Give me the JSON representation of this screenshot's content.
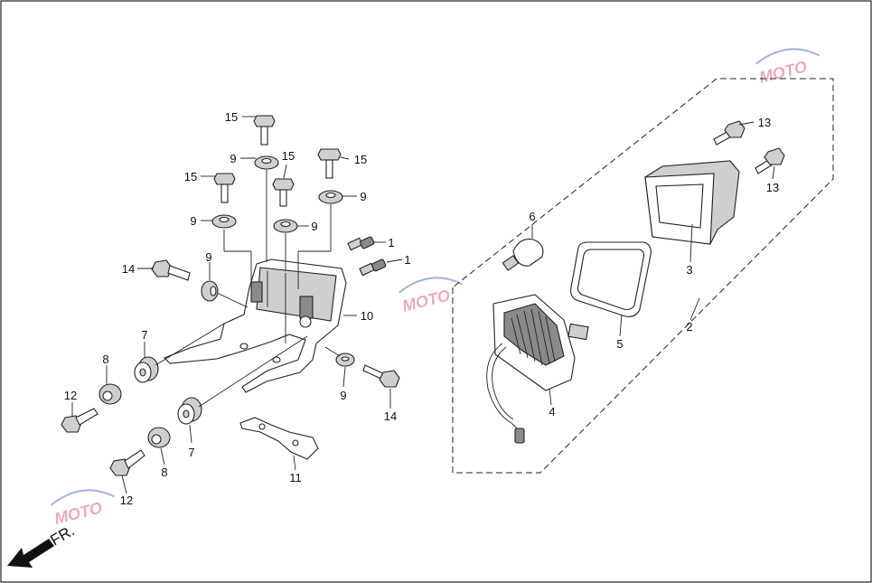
{
  "diagram": {
    "type": "exploded-parts-diagram",
    "direction_label": "FR.",
    "watermark_text": "MOTO",
    "colors": {
      "line": "#222222",
      "watermark": "#d24a63",
      "watermark_blue": "#4a6fb5"
    },
    "callouts": [
      {
        "id": "c-15-a",
        "number": "15"
      },
      {
        "id": "c-9-a",
        "number": "9"
      },
      {
        "id": "c-15-b",
        "number": "15"
      },
      {
        "id": "c-15-c",
        "number": "15"
      },
      {
        "id": "c-15-d",
        "number": "15"
      },
      {
        "id": "c-9-b",
        "number": "9"
      },
      {
        "id": "c-9-c",
        "number": "9"
      },
      {
        "id": "c-9-d",
        "number": "9"
      },
      {
        "id": "c-1-a",
        "number": "1"
      },
      {
        "id": "c-1-b",
        "number": "1"
      },
      {
        "id": "c-14-a",
        "number": "14"
      },
      {
        "id": "c-9-e",
        "number": "9"
      },
      {
        "id": "c-10",
        "number": "10"
      },
      {
        "id": "c-7-a",
        "number": "7"
      },
      {
        "id": "c-8-a",
        "number": "8"
      },
      {
        "id": "c-12-a",
        "number": "12"
      },
      {
        "id": "c-9-f",
        "number": "9"
      },
      {
        "id": "c-14-b",
        "number": "14"
      },
      {
        "id": "c-7-b",
        "number": "7"
      },
      {
        "id": "c-8-b",
        "number": "8"
      },
      {
        "id": "c-12-b",
        "number": "12"
      },
      {
        "id": "c-11",
        "number": "11"
      },
      {
        "id": "c-6",
        "number": "6"
      },
      {
        "id": "c-13-a",
        "number": "13"
      },
      {
        "id": "c-13-b",
        "number": "13"
      },
      {
        "id": "c-3",
        "number": "3"
      },
      {
        "id": "c-2",
        "number": "2"
      },
      {
        "id": "c-5",
        "number": "5"
      },
      {
        "id": "c-4",
        "number": "4"
      }
    ]
  }
}
